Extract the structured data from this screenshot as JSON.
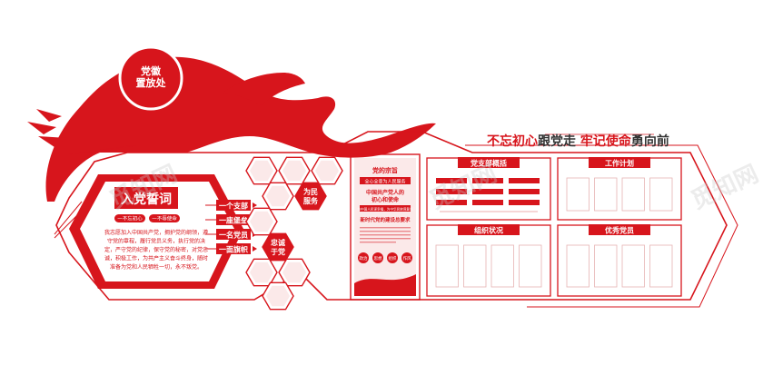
{
  "colors": {
    "primary": "#d7151c",
    "light": "#f6d6d6",
    "pale": "#fbe9e9",
    "white": "#ffffff"
  },
  "emblem_label": "党徽\n置放处",
  "slogan": {
    "part1": "不忘初心",
    "part2": "跟党走 ",
    "part3": "牢记使命",
    "part4": "勇向前"
  },
  "oath": {
    "title": "入党誓词",
    "tags": [
      "一不忘初心",
      "一不辱使命"
    ],
    "lines": [
      "我志愿加入中国共产党，拥护党的纲领，遵",
      "守党的章程，履行党员义务，执行党的决",
      "定，严守党的纪律，保守党的秘密，对党忠",
      "诚，积极工作，为共产主义奋斗终身，随时",
      "准备为党和人民牺牲一切，永不叛党。"
    ]
  },
  "items": [
    "一个支部",
    "一座堡垒",
    "一名党员",
    "一面旗帜"
  ],
  "hex_labels": [
    "为民\n服务",
    "忠诚\n于党"
  ],
  "poster": {
    "title": "党的宗旨",
    "ribbon": "全心全意为人民服务",
    "heading1": "中国共产党人的\n初心和使命",
    "tagline": "为中国人民谋幸福，为中华民族谋复兴",
    "heading2": "新时代党的建设总要求",
    "badges": [
      "政治",
      "思想",
      "组织",
      "作风"
    ]
  },
  "panels": [
    {
      "title": "党支部概括",
      "tags": [
        "",
        "",
        "",
        "",
        "",
        "",
        "",
        "",
        ""
      ]
    },
    {
      "title": "工作计划"
    },
    {
      "title": "组织状况"
    },
    {
      "title": "优秀党员"
    }
  ],
  "watermarks": [
    "觅知网",
    "觅知网",
    "觅知网"
  ]
}
